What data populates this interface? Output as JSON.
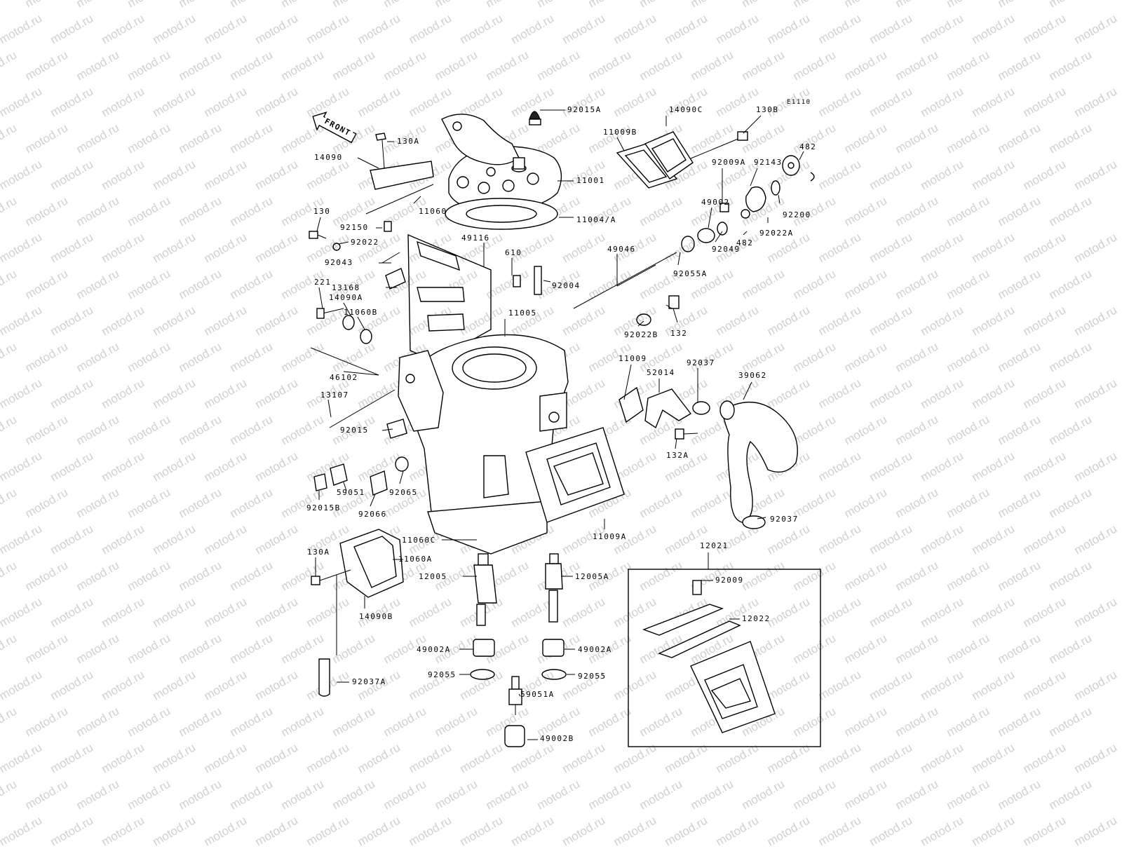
{
  "watermark": "motod.ru",
  "diagram_code": "E1110",
  "front_label": "FRONT",
  "parts": [
    "92015A",
    "14090C",
    "130B",
    "482",
    "11009B",
    "130A",
    "14090",
    "11001",
    "92009A",
    "92143",
    "11060",
    "49002",
    "11004/A",
    "130",
    "92150",
    "92022",
    "92022A",
    "92200",
    "49116",
    "92049",
    "610",
    "482",
    "92043",
    "49046",
    "92055A",
    "13168",
    "92004",
    "221",
    "14090A",
    "11060B",
    "11005",
    "132",
    "92022B",
    "46102",
    "11009",
    "52014",
    "92037",
    "39062",
    "13107",
    "92015",
    "132A",
    "59051",
    "92065",
    "92015B",
    "92066",
    "92037",
    "11009A",
    "11060C",
    "12021",
    "130A",
    "11060A",
    "12005",
    "12005A",
    "92009",
    "12022",
    "14090B",
    "49002A",
    "49002A",
    "92055",
    "92055",
    "92037A",
    "59051A",
    "49002B"
  ]
}
